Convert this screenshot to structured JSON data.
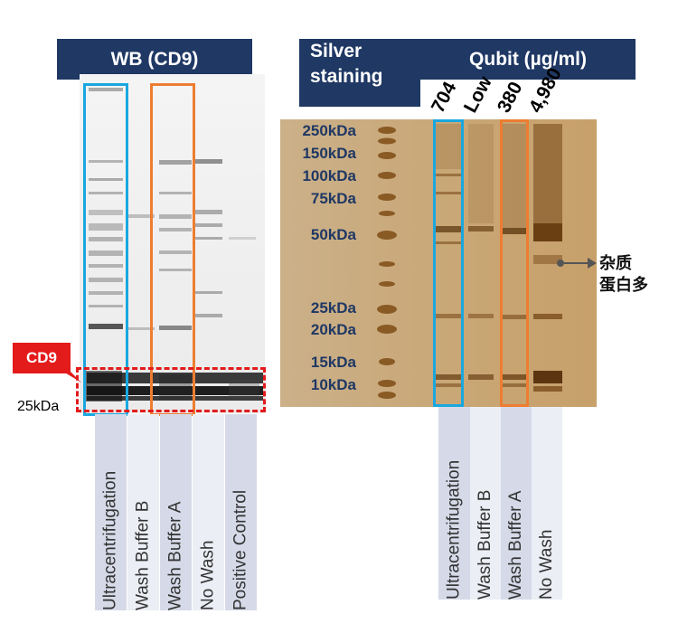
{
  "headers": {
    "wb": "WB (CD9)",
    "silver_line1": "Silver",
    "silver_line2": "staining",
    "qubit": "Qubit (µg/ml)"
  },
  "wb_panel": {
    "band_label": "CD9",
    "marker": "25kDa",
    "lanes": [
      "Ultracentrifugation",
      "Wash Buffer B",
      "Wash Buffer A",
      "No Wash",
      "Positive Control"
    ]
  },
  "silver_panel": {
    "concentrations": [
      "704",
      "Low",
      "380",
      "4,980"
    ],
    "markers": [
      "250kDa",
      "150kDa",
      "100kDa",
      "75kDa",
      "50kDa",
      "25kDa",
      "20kDa",
      "15kDa",
      "10kDa"
    ],
    "annotation_line1": "杂质",
    "annotation_line2": "蛋白多",
    "lanes": [
      "Ultracentrifugation",
      "Wash Buffer B",
      "Wash Buffer A",
      "No Wash"
    ]
  },
  "colors": {
    "header_bg": "#1f3864",
    "highlight_blue": "#1aa7e0",
    "highlight_orange": "#ed7d31",
    "cd9_red": "#e31b1b",
    "gel_bg": "#c8a978"
  }
}
